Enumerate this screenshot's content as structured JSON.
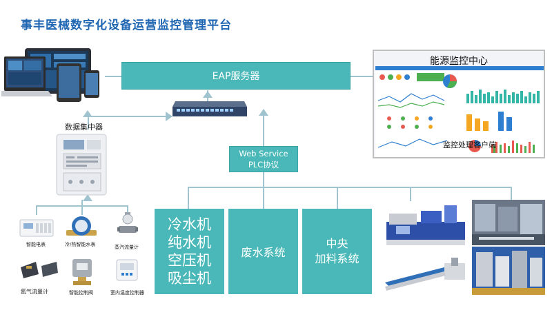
{
  "page_title": "事丰医械数字化设备运营监控管理平台",
  "eap_server": "EAP服务器",
  "web_service": {
    "line1": "Web Service",
    "line2": "PLC协议"
  },
  "data_concentrator": "数据集中器",
  "energy_center": {
    "title": "能源监控中心",
    "client": "监控处理客户端"
  },
  "systems": {
    "utility": [
      "冷水机",
      "纯水机",
      "空压机",
      "吸尘机"
    ],
    "wastewater": "废水系统",
    "feeding": [
      "中央",
      "加料系统"
    ]
  },
  "devices": [
    {
      "label": "智能电表"
    },
    {
      "label": "冷/热智能水表"
    },
    {
      "label": "蒸汽流量计"
    },
    {
      "label": "氮气流量计"
    },
    {
      "label": "智能控制阀"
    },
    {
      "label": "室内温度控制器"
    }
  ],
  "colors": {
    "teal": "#4ab8b8",
    "title_blue": "#1f66b3",
    "connector": "#9fc3cf"
  }
}
